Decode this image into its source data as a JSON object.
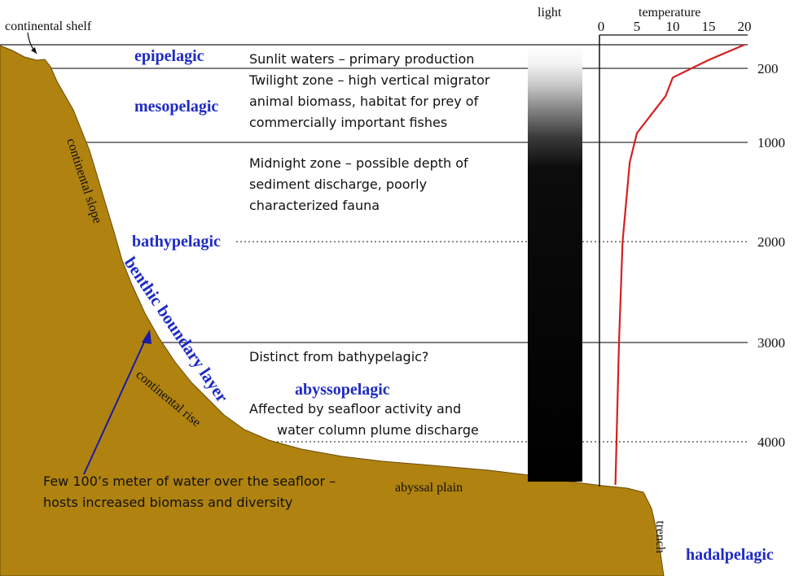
{
  "zones": {
    "epipelagic": "epipelagic",
    "mesopelagic": "mesopelagic",
    "bathypelagic": "bathypelagic",
    "abyssopelagic": "abyssopelagic",
    "hadalpelagic": "hadalpelagic"
  },
  "descriptions": {
    "sunlit": "Sunlit waters – primary production",
    "twilight": [
      "Twilight zone – high vertical migrator",
      "animal biomass, habitat for prey of",
      "commercially important fishes"
    ],
    "midnight": [
      "Midnight zone – possible depth of",
      "sediment discharge, poorly",
      "characterized fauna"
    ],
    "distinct": "Distinct from bathypelagic?",
    "affected": [
      "Affected by seafloor activity and",
      "water column plume discharge"
    ],
    "bbl_note": [
      "Few 100’s meter of water over the seafloor –",
      "hosts increased biomass and diversity"
    ]
  },
  "features": {
    "continental_shelf": "continental shelf",
    "continental_slope": "continental slope",
    "benthic_boundary_layer": "benthic boundary layer",
    "continental_rise": "continental rise",
    "abyssal_plain": "abyssal plain",
    "trench": "trench"
  },
  "light_label": "light",
  "temperature_label": "temperature",
  "chart_data": {
    "type": "line",
    "x_axis": {
      "label": "temperature",
      "ticks": [
        "0",
        "5",
        "10",
        "15",
        "20"
      ],
      "range": [
        0,
        20
      ]
    },
    "depth_ticks": [
      "200",
      "1000",
      "2000",
      "3000",
      "4000"
    ],
    "series": [
      {
        "points": [
          {
            "temperature": 20,
            "depth": 0
          },
          {
            "temperature": 15,
            "depth": 130
          },
          {
            "temperature": 10,
            "depth": 300
          },
          {
            "temperature": 9,
            "depth": 500
          },
          {
            "temperature": 5,
            "depth": 900
          },
          {
            "temperature": 4,
            "depth": 1200
          },
          {
            "temperature": 3,
            "depth": 2000
          },
          {
            "temperature": 2.5,
            "depth": 3000
          },
          {
            "temperature": 2,
            "depth": 4500
          }
        ]
      }
    ],
    "colors": {
      "temperature_line": "#d42020",
      "seafloor": "#b0820f"
    }
  }
}
